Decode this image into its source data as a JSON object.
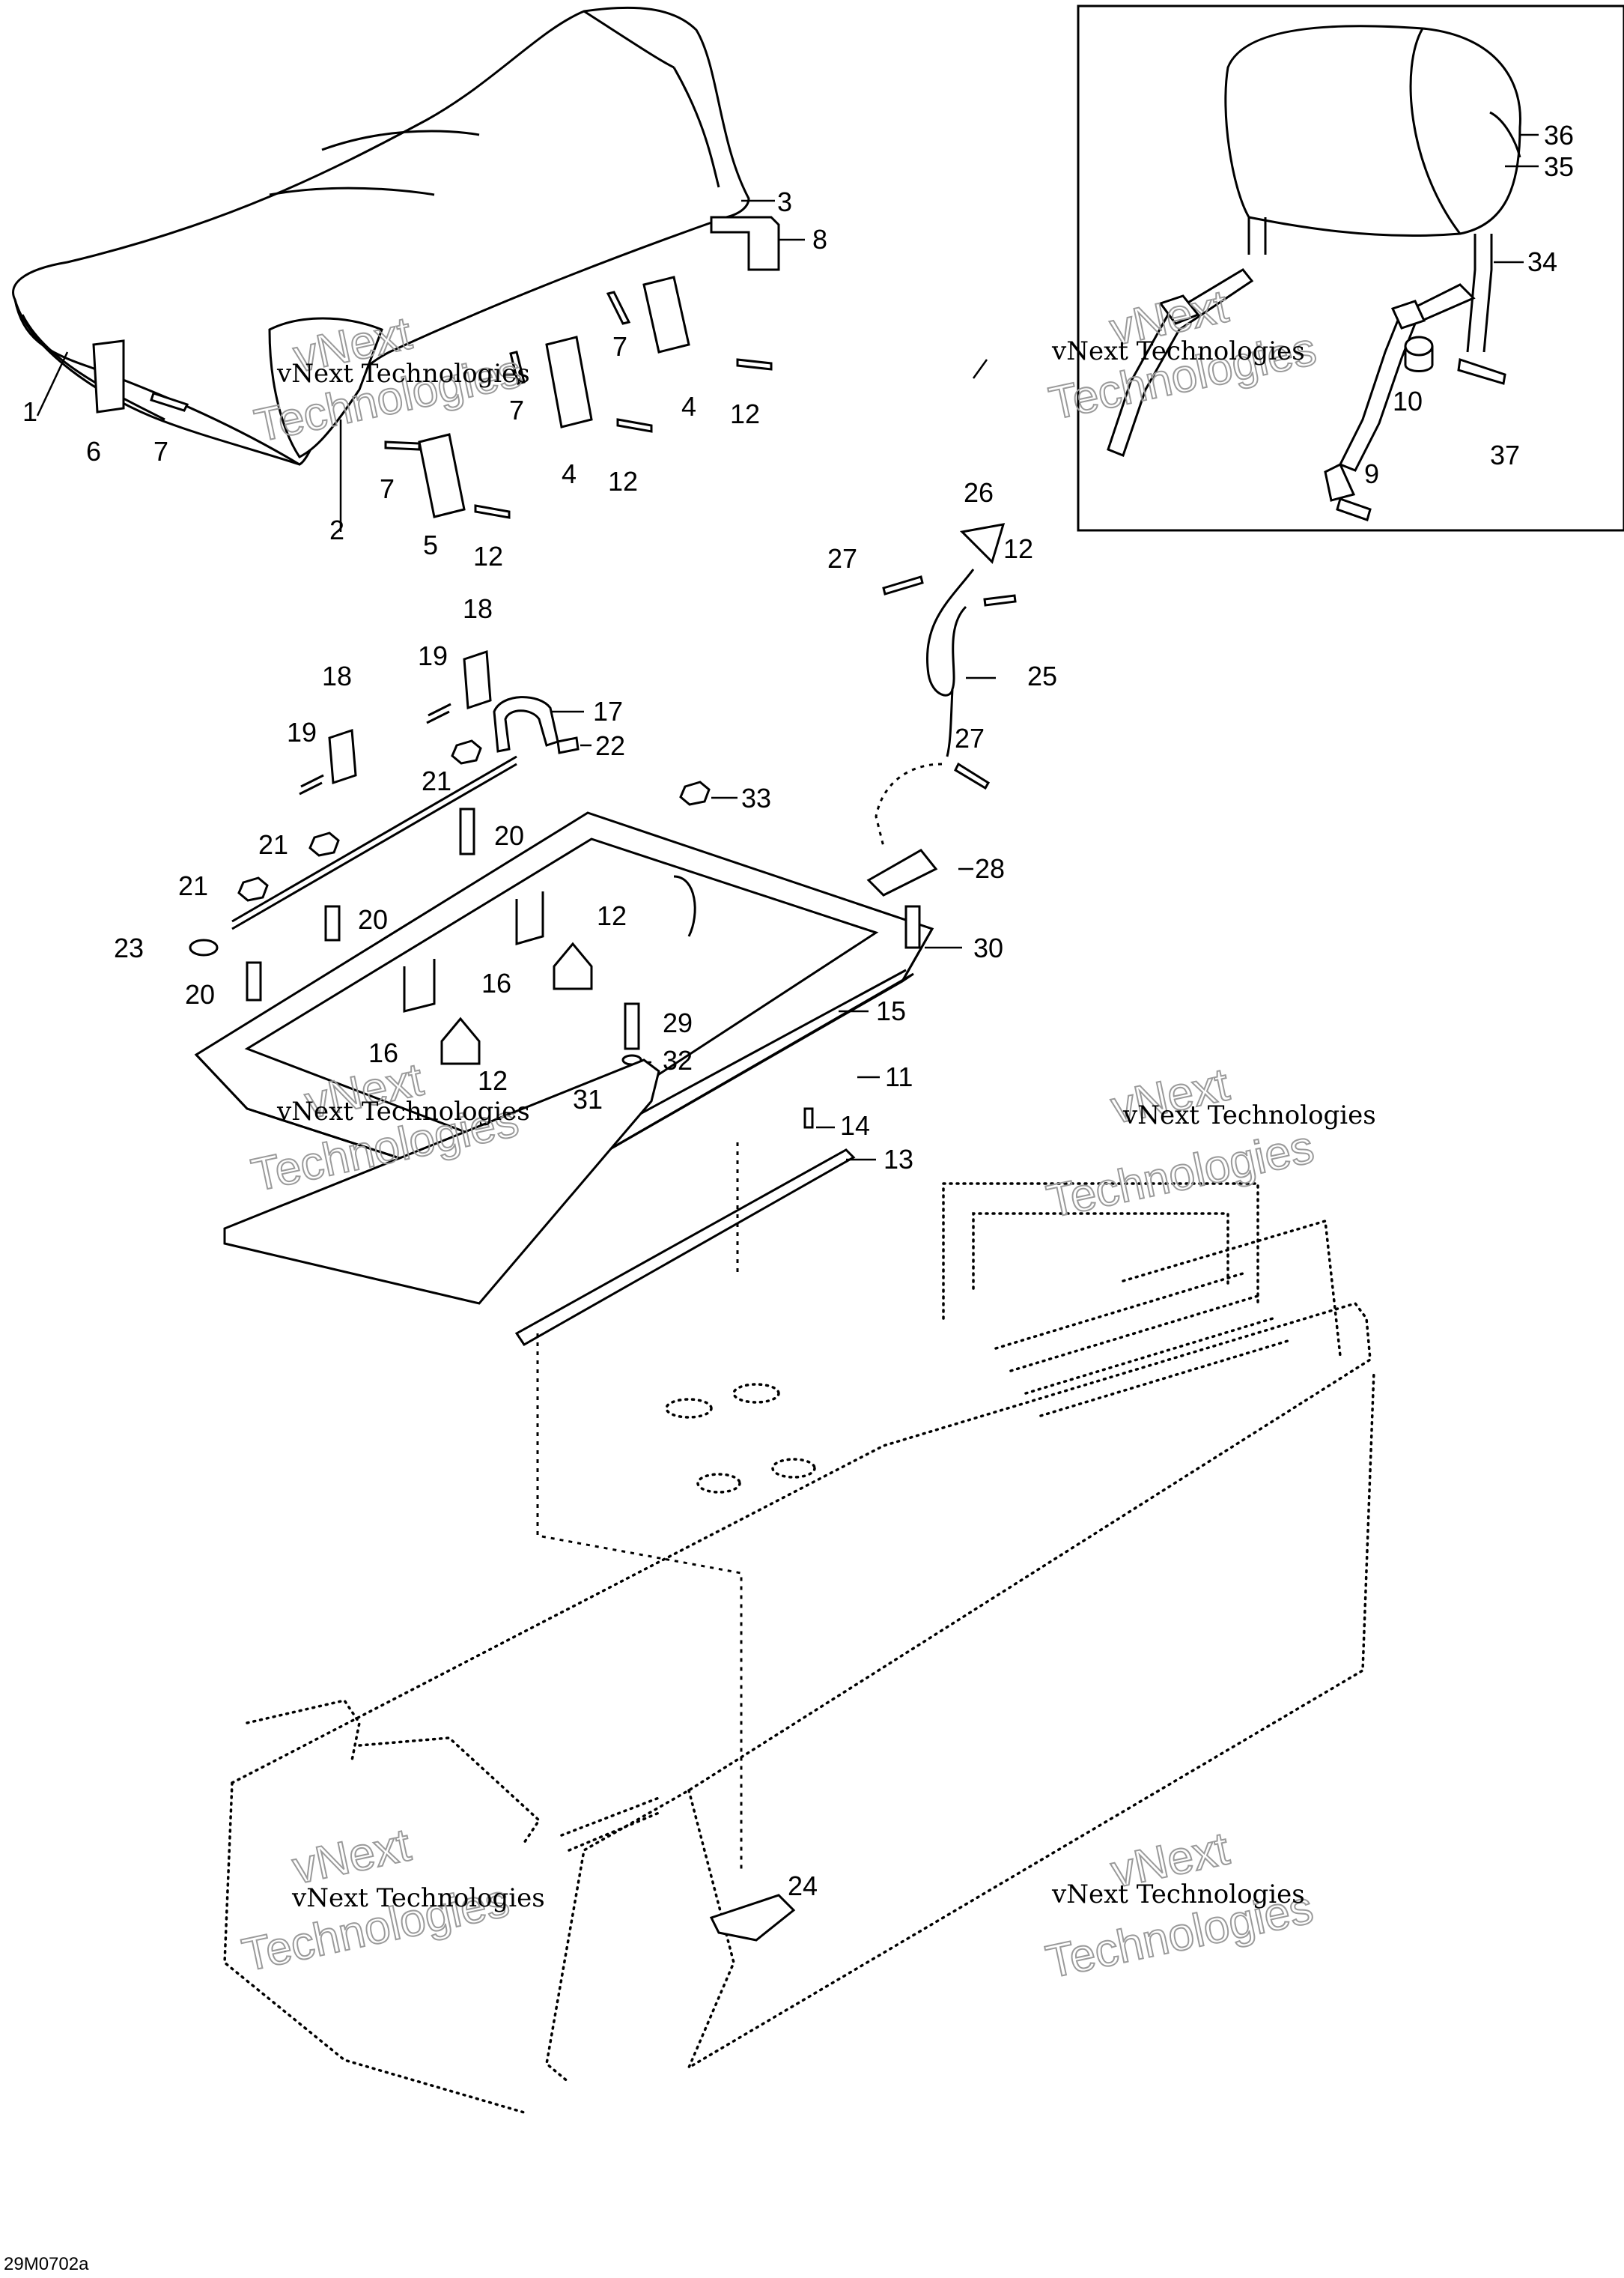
{
  "diagram_code": "29M0702a",
  "watermark": {
    "line1": "vNext",
    "line2": "Technologies",
    "caption": "vNext Technologies"
  },
  "callouts": {
    "c1": "1",
    "c2": "2",
    "c3": "3",
    "c4a": "4",
    "c4b": "4",
    "c5": "5",
    "c6": "6",
    "c7a": "7",
    "c7b": "7",
    "c7c": "7",
    "c7d": "7",
    "c8": "8",
    "c9": "9",
    "c10": "10",
    "c11": "11",
    "c12a": "12",
    "c12b": "12",
    "c12c": "12",
    "c12d": "12",
    "c12e": "12",
    "c12f": "12",
    "c13": "13",
    "c14": "14",
    "c15": "15",
    "c16a": "16",
    "c16b": "16",
    "c17": "17",
    "c18a": "18",
    "c18b": "18",
    "c19a": "19",
    "c19b": "19",
    "c20a": "20",
    "c20b": "20",
    "c20c": "20",
    "c21a": "21",
    "c21b": "21",
    "c21c": "21",
    "c22": "22",
    "c23": "23",
    "c24": "24",
    "c25": "25",
    "c26": "26",
    "c27a": "27",
    "c27b": "27",
    "c28": "28",
    "c29": "29",
    "c30": "30",
    "c31": "31",
    "c32": "32",
    "c33": "33",
    "c34": "34",
    "c35": "35",
    "c36": "36",
    "c37": "37"
  }
}
